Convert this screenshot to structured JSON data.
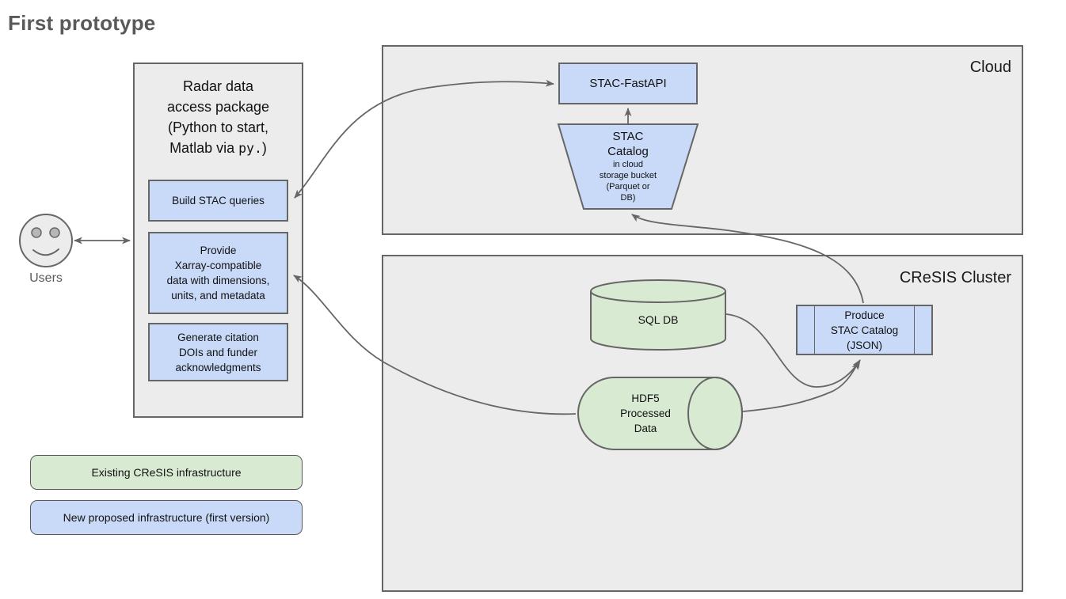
{
  "title": "First prototype",
  "users": {
    "label": "Users"
  },
  "package": {
    "title_line1": "Radar data",
    "title_line2": "access package",
    "title_line3": "(Python to start,",
    "title_line4a": "Matlab via ",
    "title_line4b": "py.",
    "title_line4c": ")",
    "boxes": [
      {
        "lines": [
          "Build STAC queries"
        ]
      },
      {
        "lines": [
          "Provide",
          "Xarray-compatible",
          "data with dimensions,",
          "units, and metadata"
        ]
      },
      {
        "lines": [
          "Generate citation",
          "DOIs and funder",
          "acknowledgments"
        ]
      }
    ]
  },
  "cloud": {
    "label": "Cloud",
    "stac_fastapi_label": "STAC-FastAPI",
    "stac_catalog": {
      "line1": "STAC",
      "line2": "Catalog",
      "sub1": "in cloud",
      "sub2": "storage bucket",
      "sub3": "(Parquet or",
      "sub4": "DB)"
    }
  },
  "cluster": {
    "label": "CReSIS Cluster",
    "sql_db_label": "SQL DB",
    "hdf5_line1": "HDF5",
    "hdf5_line2": "Processed",
    "hdf5_line3": "Data",
    "produce_line1": "Produce",
    "produce_line2": "STAC Catalog",
    "produce_line3": "(JSON)"
  },
  "legend": {
    "existing": "Existing CReSIS infrastructure",
    "proposed": "New proposed infrastructure (first version)"
  },
  "colors": {
    "blue_fill": "#c9daf8",
    "green_fill": "#d9ead3",
    "container_fill": "#ececec",
    "border": "#666666",
    "arrow": "#666666",
    "title_text": "#595959"
  }
}
